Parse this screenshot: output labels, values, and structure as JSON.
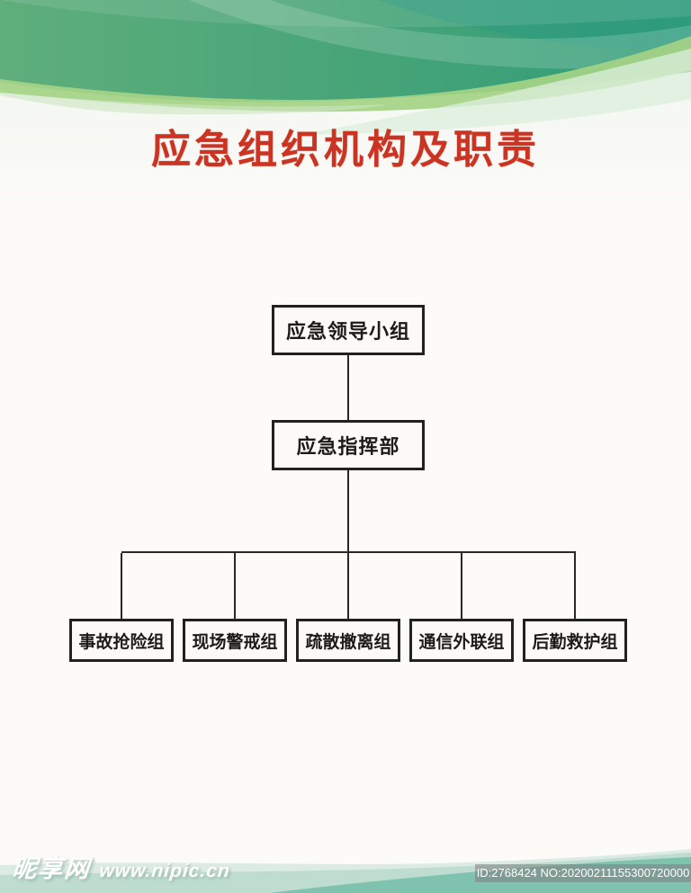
{
  "title": "应急组织机构及职责",
  "org": {
    "level1": {
      "label": "应急领导小组"
    },
    "level2": {
      "label": "应急指挥部"
    },
    "level3": [
      {
        "label": "事故抢险组"
      },
      {
        "label": "现场警戒组"
      },
      {
        "label": "疏散撤离组"
      },
      {
        "label": "通信外联组"
      },
      {
        "label": "后勤救护组"
      }
    ]
  },
  "watermark": {
    "site_name": "昵享网",
    "site_url": "www.nipic.cn",
    "id_label": "ID:2768424 NO:20200211155300720000"
  },
  "colors": {
    "title_red": "#cb3423",
    "header_green_left": "#5fae7c",
    "header_green_right": "#2f9c78",
    "header_light_green": "#a4d286",
    "footer_teal": "#7fc2ae",
    "footer_mint": "#dcebe4",
    "line_black": "#2b2926"
  }
}
